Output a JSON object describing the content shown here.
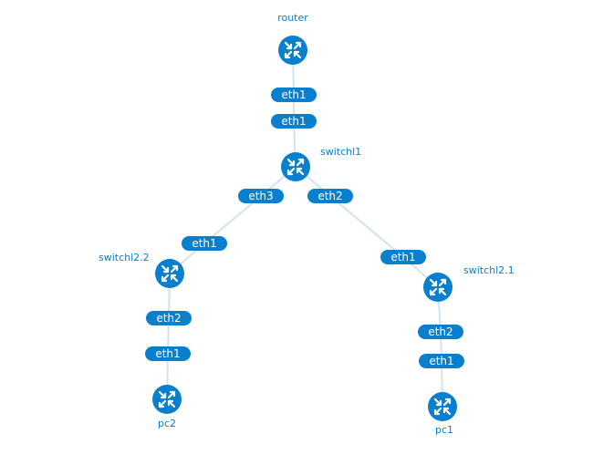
{
  "theme": {
    "node_color": "#0a7fce",
    "link_color": "#cfe3f3",
    "label_color": "#0a7fce",
    "port_text_color": "#ffffff",
    "node_icon": "router-arrows-icon"
  },
  "nodes": [
    {
      "id": "router",
      "label": "router"
    },
    {
      "id": "switchl1",
      "label": "switchl1"
    },
    {
      "id": "switchl2_2",
      "label": "switchl2.2"
    },
    {
      "id": "switchl2_1",
      "label": "switchl2.1"
    },
    {
      "id": "pc2",
      "label": "pc2"
    },
    {
      "id": "pc1",
      "label": "pc1"
    }
  ],
  "links": [
    {
      "from": "router",
      "to": "switchl1",
      "from_port": "eth1",
      "to_port": "eth1"
    },
    {
      "from": "switchl1",
      "to": "switchl2_2",
      "from_port": "eth3",
      "to_port": "eth1"
    },
    {
      "from": "switchl1",
      "to": "switchl2_1",
      "from_port": "eth2",
      "to_port": "eth1"
    },
    {
      "from": "switchl2_2",
      "to": "pc2",
      "from_port": "eth2",
      "to_port": "eth1"
    },
    {
      "from": "switchl2_1",
      "to": "pc1",
      "from_port": "eth2",
      "to_port": "eth1"
    }
  ]
}
